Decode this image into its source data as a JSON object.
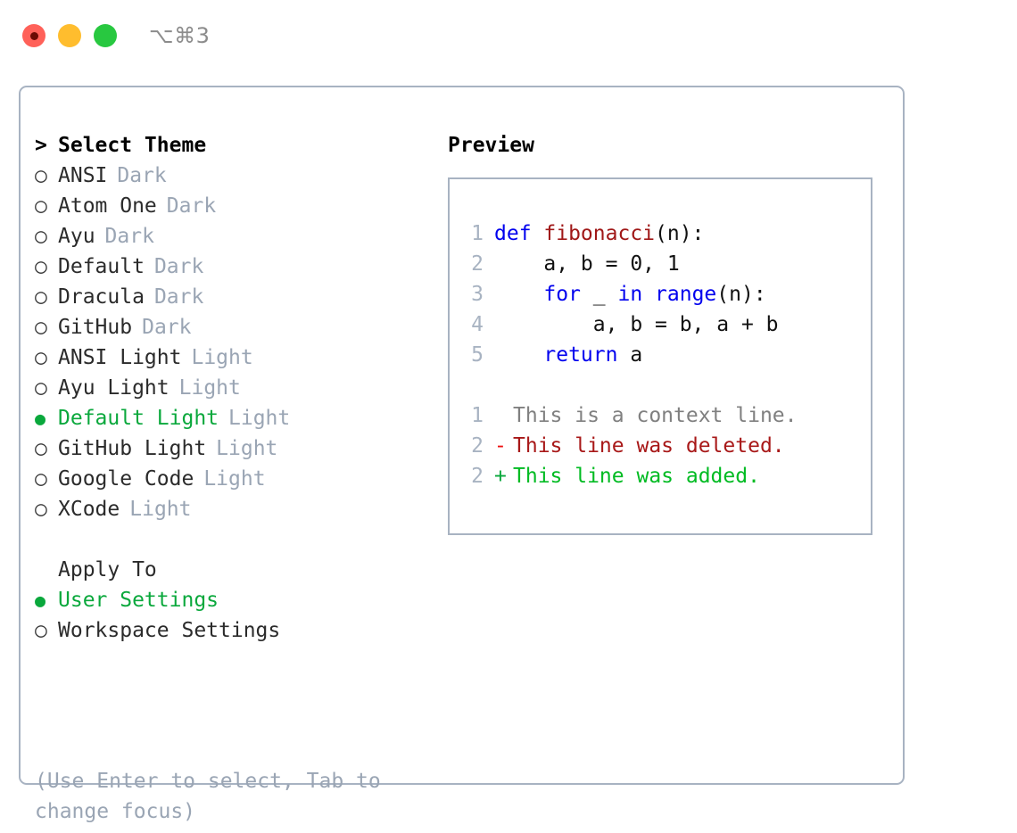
{
  "titlebar": {
    "shortcut": "⌥⌘3",
    "buttons": [
      "close",
      "minimize",
      "maximize"
    ]
  },
  "theme_list": {
    "heading_marker": ">",
    "heading": "Select Theme",
    "marker_selected": "●",
    "marker_unselected": "○",
    "items": [
      {
        "name": "ANSI",
        "variant": "Dark",
        "selected": false
      },
      {
        "name": "Atom One",
        "variant": "Dark",
        "selected": false
      },
      {
        "name": "Ayu",
        "variant": "Dark",
        "selected": false
      },
      {
        "name": "Default",
        "variant": "Dark",
        "selected": false
      },
      {
        "name": "Dracula",
        "variant": "Dark",
        "selected": false
      },
      {
        "name": "GitHub",
        "variant": "Dark",
        "selected": false
      },
      {
        "name": "ANSI Light",
        "variant": "Light",
        "selected": false
      },
      {
        "name": "Ayu Light",
        "variant": "Light",
        "selected": false
      },
      {
        "name": "Default Light",
        "variant": "Light",
        "selected": true
      },
      {
        "name": "GitHub Light",
        "variant": "Light",
        "selected": false
      },
      {
        "name": "Google Code",
        "variant": "Light",
        "selected": false
      },
      {
        "name": "XCode",
        "variant": "Light",
        "selected": false
      }
    ]
  },
  "apply_to": {
    "heading": "Apply To",
    "items": [
      {
        "name": "User Settings",
        "selected": true
      },
      {
        "name": "Workspace Settings",
        "selected": false
      }
    ]
  },
  "hint": "(Use Enter to select, Tab to change focus)",
  "preview": {
    "title": "Preview",
    "code": [
      {
        "lineno": "1",
        "tokens": [
          {
            "t": "def ",
            "c": "kw"
          },
          {
            "t": "fibonacci",
            "c": "fn"
          },
          {
            "t": "(n):",
            "c": "plain"
          }
        ]
      },
      {
        "lineno": "2",
        "tokens": [
          {
            "t": "    a, b = 0, 1",
            "c": "plain"
          }
        ]
      },
      {
        "lineno": "3",
        "tokens": [
          {
            "t": "    ",
            "c": "plain"
          },
          {
            "t": "for",
            "c": "kw"
          },
          {
            "t": " _ ",
            "c": "plain"
          },
          {
            "t": "in",
            "c": "kw"
          },
          {
            "t": " ",
            "c": "plain"
          },
          {
            "t": "range",
            "c": "kw"
          },
          {
            "t": "(n):",
            "c": "plain"
          }
        ]
      },
      {
        "lineno": "4",
        "tokens": [
          {
            "t": "        a, b = b, a + b",
            "c": "plain"
          }
        ]
      },
      {
        "lineno": "5",
        "tokens": [
          {
            "t": "    ",
            "c": "plain"
          },
          {
            "t": "return",
            "c": "kw"
          },
          {
            "t": " a",
            "c": "plain"
          }
        ]
      }
    ],
    "diff": [
      {
        "lineno": "1",
        "mark": " ",
        "text": "This is a context line.",
        "kind": "ctx"
      },
      {
        "lineno": "2",
        "mark": "-",
        "text": "This line was deleted.",
        "kind": "del"
      },
      {
        "lineno": "2",
        "mark": "+",
        "text": "This line was added.",
        "kind": "add"
      }
    ]
  },
  "colors": {
    "accent_green": "#0aa83c",
    "border": "#a8b3c2",
    "muted": "#9aa5b4",
    "keyword_blue": "#0000ee",
    "function_red": "#a01818",
    "diff_delete": "#a81818",
    "diff_add": "#00bb22",
    "traffic_red": "#ff6159",
    "traffic_yellow": "#ffbd2e",
    "traffic_green": "#28c840"
  }
}
